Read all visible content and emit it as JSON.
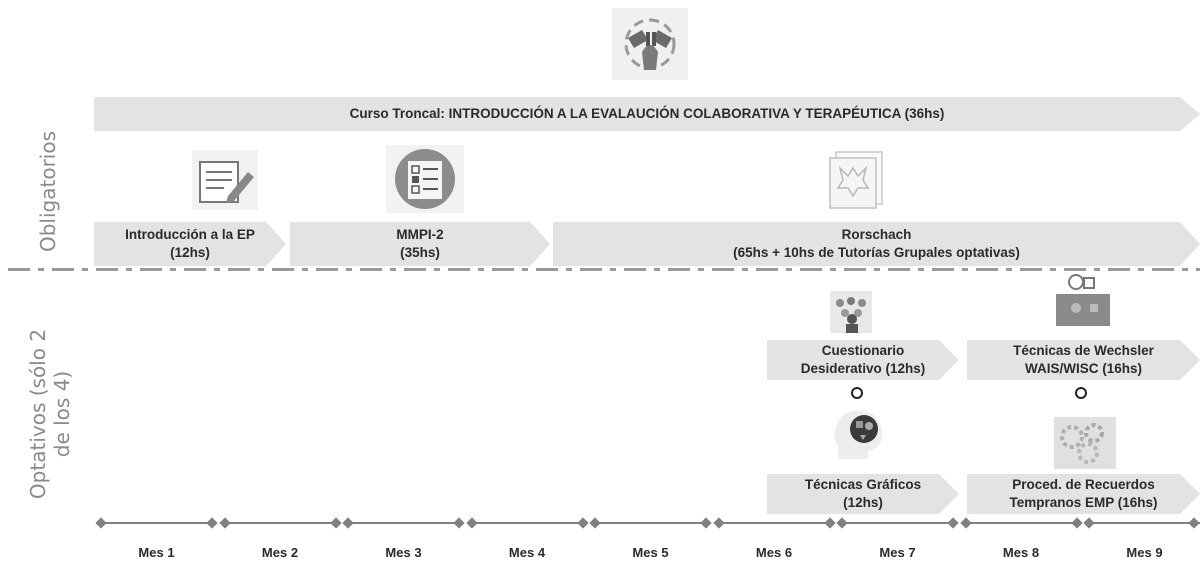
{
  "side_labels": {
    "obligatorios": "Obligatorios",
    "optativos": "Optativos (sólo 2\nde los 4)"
  },
  "banners": {
    "curso_troncal": "Curso Troncal: INTRODUCCIÓN A LA EVALAUCIÓN COLABORATIVA Y TERAPÉUTICA (36hs)",
    "intro_ep": "Introducción a la EP\n(12hs)",
    "mmpi": "MMPI-2\n(35hs)",
    "rorschach": "Rorschach\n(65hs + 10hs de Tutorías Grupales optativas)",
    "cuestionario": "Cuestionario\nDesiderativo (12hs)",
    "wechsler": "Técnicas de Wechsler\nWAIS/WISC (16hs)",
    "graficos": "Técnicas Gráficos\n(12hs)",
    "recuerdos": "Proced. de Recuerdos\nTempranos EMP (16hs)"
  },
  "months": [
    "Mes 1",
    "Mes 2",
    "Mes 3",
    "Mes 4",
    "Mes 5",
    "Mes 6",
    "Mes 7",
    "Mes 8",
    "Mes 9"
  ],
  "colors": {
    "banner_fill": "#e3e3e3",
    "label_gray": "#8a8a8a",
    "timeline": "#808080"
  },
  "icons": {
    "top": "collaboration-hands-icon",
    "intro": "document-pen-icon",
    "mmpi": "checklist-icon",
    "rorschach": "inkblot-card-icon",
    "cuestionario": "group-people-icon",
    "wechsler": "puzzle-bulb-icon",
    "graficos": "head-shapes-icon",
    "recuerdos": "gears-memory-icon"
  }
}
